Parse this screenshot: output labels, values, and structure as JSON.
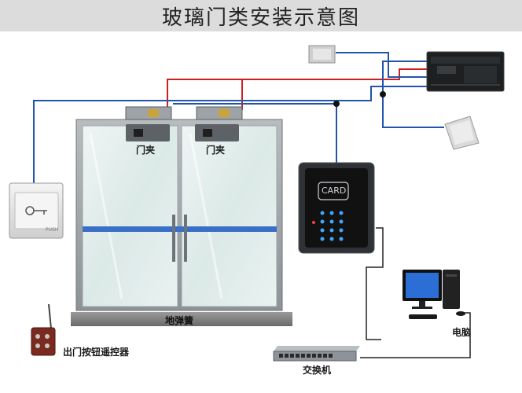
{
  "title": "玻璃门类安装示意图",
  "labels": {
    "door_clamp_left": "门夹",
    "door_clamp_right": "门夹",
    "floor_spring": "地弹簧",
    "remote": "出门按钮遥控器",
    "switch": "交换机",
    "computer": "电脑",
    "card_reader_text": "CARD",
    "exit_button_text": "PUSH"
  },
  "colors": {
    "wire_blue": "#2255aa",
    "wire_red": "#cc1f1f",
    "title_bg": "#dcdcdc"
  }
}
